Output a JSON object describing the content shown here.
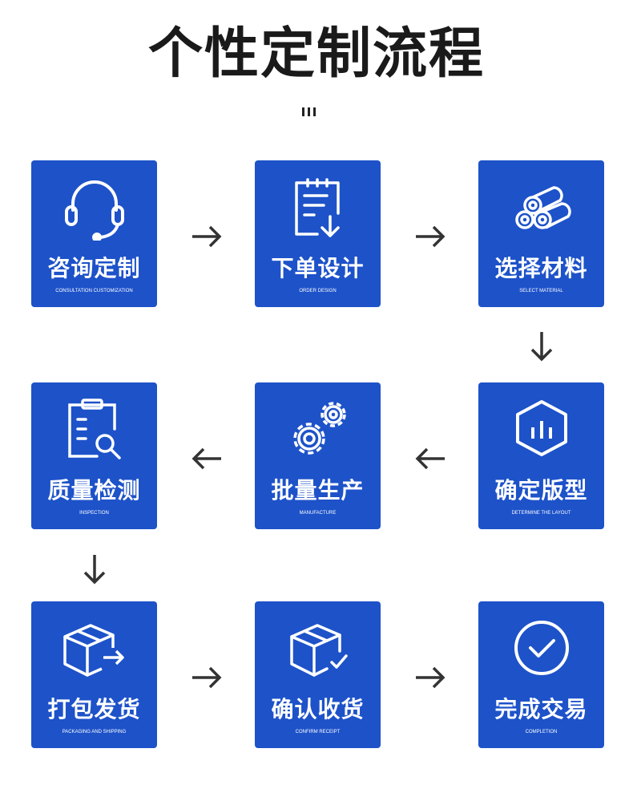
{
  "title": "个性定制流程",
  "accent_color": "#1d52c9",
  "steps": [
    {
      "zh": "咨询定制",
      "en": "CONSULTATION CUSTOMIZATION",
      "icon": "headset-icon"
    },
    {
      "zh": "下单设计",
      "en": "ORDER DESIGN",
      "icon": "clipboard-download-icon"
    },
    {
      "zh": "选择材料",
      "en": "SELECT MATERIAL",
      "icon": "material-rolls-icon"
    },
    {
      "zh": "确定版型",
      "en": "DETERMINE THE LAYOUT",
      "icon": "hexagon-chart-icon"
    },
    {
      "zh": "批量生产",
      "en": "MANUFACTURE",
      "icon": "gears-icon"
    },
    {
      "zh": "质量检测",
      "en": "INSPECTION",
      "icon": "clipboard-search-icon"
    },
    {
      "zh": "打包发货",
      "en": "PACKAGING AND SHIPPING",
      "icon": "box-arrow-icon"
    },
    {
      "zh": "确认收货",
      "en": "CONFIRM RECEIPT",
      "icon": "box-check-icon"
    },
    {
      "zh": "完成交易",
      "en": "COMPLETION",
      "icon": "check-circle-icon"
    }
  ]
}
